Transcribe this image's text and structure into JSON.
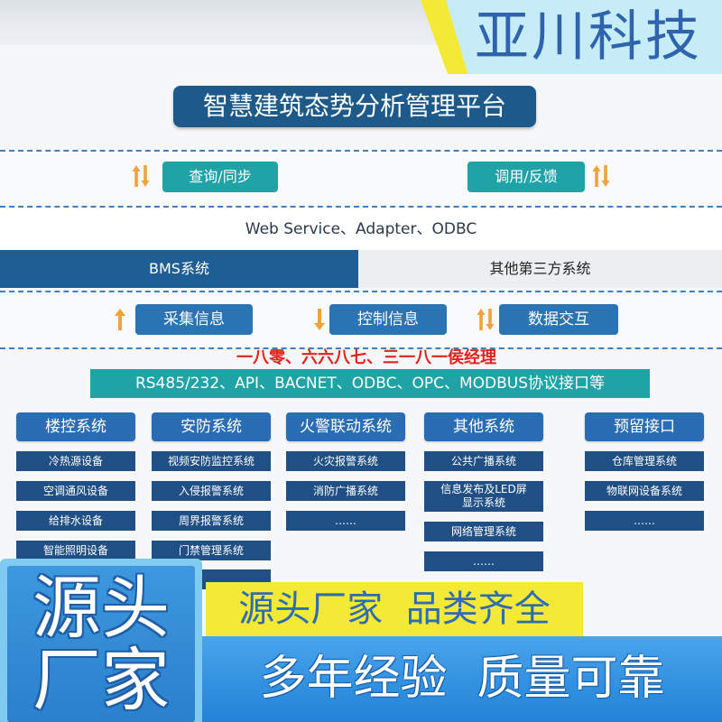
{
  "brand": {
    "name": "亚川科技"
  },
  "diagram": {
    "title": "智慧建筑态势分析管理平台",
    "upper_links": [
      {
        "label": "查询/同步",
        "icon": "up-down-arrow-icon"
      },
      {
        "label": "调用/反馈",
        "icon": "up-down-arrow-icon"
      }
    ],
    "interfaces": "Web Service、Adapter、ODBC",
    "bms": "BMS系统",
    "third_party": "其他第三方系统",
    "lower_links": [
      {
        "label": "采集信息",
        "icon": "up-arrow-icon"
      },
      {
        "label": "控制信息",
        "icon": "down-arrow-icon"
      },
      {
        "label": "数据交互",
        "icon": "up-down-arrow-icon"
      }
    ],
    "contact": "一八零、六六八七、三一八一侯经理",
    "protocols": "RS485/232、API、BACNET、ODBC、OPC、MODBUS协议接口等",
    "columns": [
      {
        "title": "楼控系统",
        "items": [
          "冷热源设备",
          "空调通风设备",
          "给排水设备",
          "智能照明设备"
        ]
      },
      {
        "title": "安防系统",
        "items": [
          "视频安防监控系统",
          "入侵报警系统",
          "周界报警系统",
          "门禁管理系统"
        ]
      },
      {
        "title": "火警联动系统",
        "items": [
          "火灾报警系统",
          "消防广播系统",
          "……"
        ]
      },
      {
        "title": "其他系统",
        "items": [
          "公共广播系统",
          "信息发布及LED屏\n显示系统",
          "网络管理系统",
          "……"
        ]
      },
      {
        "title": "预留接口",
        "items": [
          "仓库管理系统",
          "物联网设备系统",
          "……"
        ]
      }
    ]
  },
  "promo": {
    "badge": [
      "源头",
      "厂家"
    ],
    "slogan_1": "源头厂家  品类齐全",
    "slogan_2": "多年经验  质量可靠"
  },
  "colors": {
    "primary_navy": "#1d5a8a",
    "teal": "#1fa3a7",
    "link_blue": "#2a74b3",
    "accent_orange": "#f2a23a",
    "contact_red": "#e3221b",
    "promo_yellow": "#f4ea35",
    "promo_blue": "#2282d6"
  }
}
